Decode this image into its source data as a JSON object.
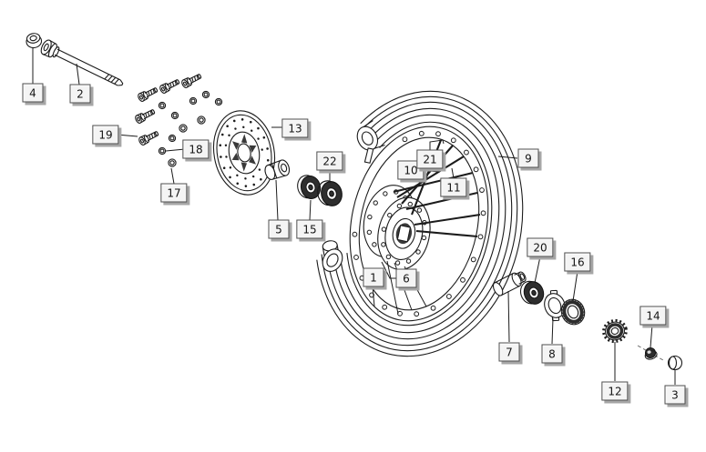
{
  "figure": {
    "background_color": "#ffffff",
    "line_color": "#1c1c1c",
    "callout_style": {
      "fill": "#f4f4f4",
      "border_color": "#4d4d4d",
      "shadow_color": "#a6a6a6",
      "text_color": "#141414"
    },
    "callouts": {
      "c1": "1",
      "c2": "2",
      "c3": "3",
      "c4": "4",
      "c5": "5",
      "c6": "6",
      "c7": "7",
      "c8": "8",
      "c9": "9",
      "c10": "10",
      "c11": "11",
      "c12": "12",
      "c13": "13",
      "c14": "14",
      "c15": "15",
      "c16": "16",
      "c17": "17",
      "c18": "18",
      "c19": "19",
      "c20": "20",
      "c21": "21",
      "c22": "22"
    }
  }
}
